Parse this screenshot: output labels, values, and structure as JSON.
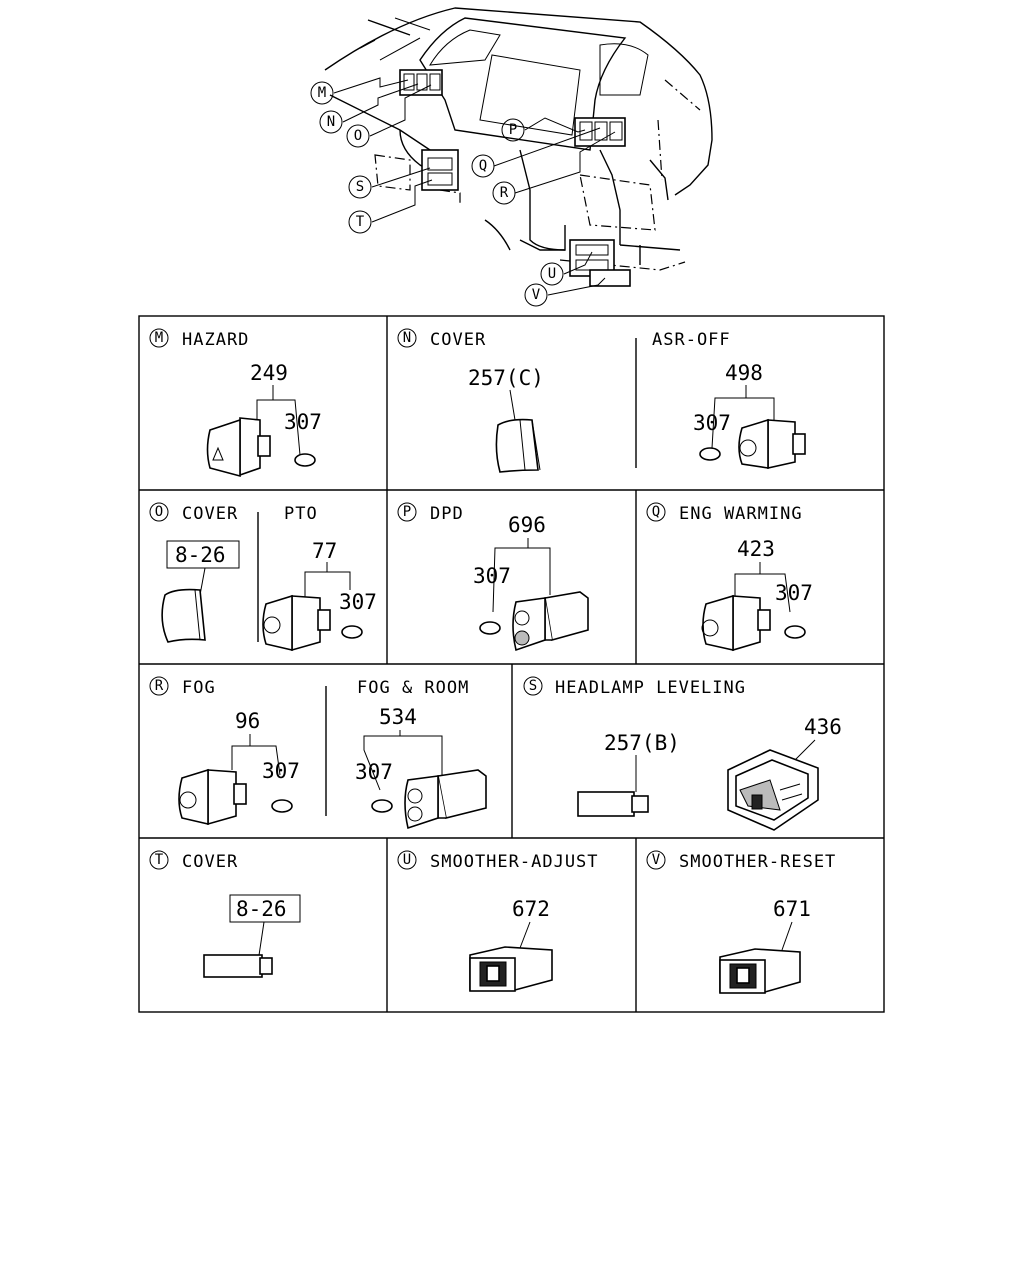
{
  "callouts": [
    "M",
    "N",
    "O",
    "P",
    "Q",
    "R",
    "S",
    "T",
    "U",
    "V"
  ],
  "cells": {
    "m": {
      "letter": "M",
      "caption": "HAZARD",
      "part": "249",
      "bulb": "307"
    },
    "n": {
      "letter": "N",
      "caption": "COVER",
      "part": "257(C)",
      "sub_caption": "ASR-OFF",
      "sub_part": "498",
      "sub_bulb": "307"
    },
    "o": {
      "letter": "O",
      "caption": "COVER",
      "ref": "8-26",
      "sub_caption": "PTO",
      "sub_part": "77",
      "sub_bulb": "307"
    },
    "p": {
      "letter": "P",
      "caption": "DPD",
      "part": "696",
      "bulb": "307"
    },
    "q": {
      "letter": "Q",
      "caption": "ENG WARMING",
      "part": "423",
      "bulb": "307"
    },
    "r": {
      "letter": "R",
      "caption": "FOG",
      "part": "96",
      "bulb": "307",
      "sub_caption": "FOG & ROOM",
      "sub_part": "534",
      "sub_bulb": "307"
    },
    "s": {
      "letter": "S",
      "caption": "HEADLAMP LEVELING",
      "part_a": "257(B)",
      "part_b": "436"
    },
    "t": {
      "letter": "T",
      "caption": "COVER",
      "ref": "8-26"
    },
    "u": {
      "letter": "U",
      "caption": "SMOOTHER-ADJUST",
      "part": "672"
    },
    "v": {
      "letter": "V",
      "caption": "SMOOTHER-RESET",
      "part": "671"
    }
  }
}
